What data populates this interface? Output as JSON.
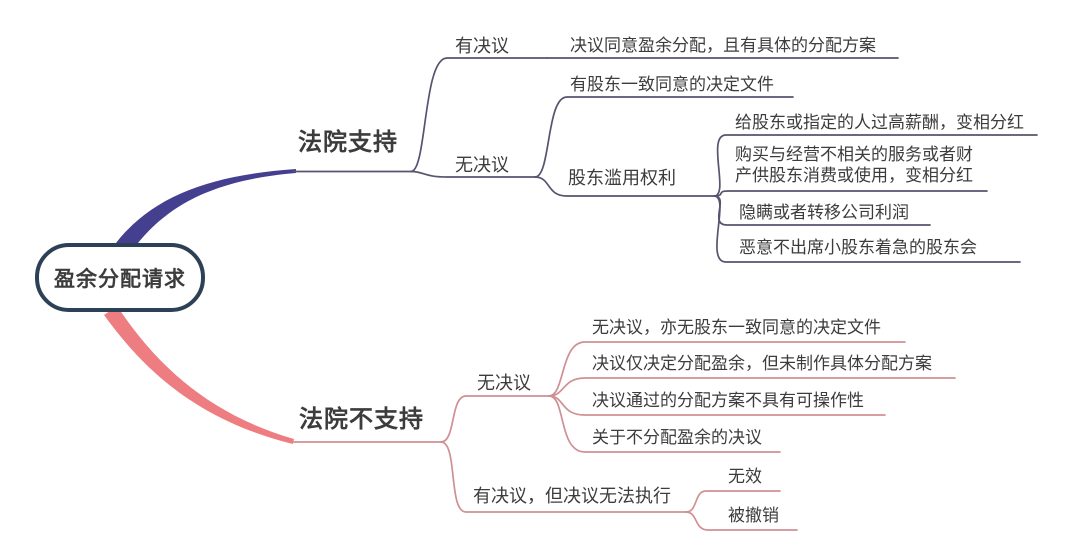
{
  "colors": {
    "background": "#ffffff",
    "root_border": "#2d4156",
    "branch_support": "#453f8f",
    "branch_support_line": "#56546e",
    "branch_oppose": "#ed7d80",
    "branch_oppose_line": "#cf9093",
    "text": "#3c3c3c"
  },
  "mindmap": {
    "root": {
      "label": "盈余分配请求"
    },
    "branches": [
      {
        "label": "法院支持",
        "children": [
          {
            "label": "有决议",
            "children": [
              {
                "label": "决议同意盈余分配，且有具体的分配方案"
              }
            ]
          },
          {
            "label": "无决议",
            "children": [
              {
                "label": "有股东一致同意的决定文件"
              },
              {
                "label": "股东滥用权利",
                "children": [
                  {
                    "label": "给股东或指定的人过高薪酬，变相分红"
                  },
                  {
                    "label": "购买与经营不相关的服务或者财产供股东消费或使用，变相分红"
                  },
                  {
                    "label": "隐瞒或者转移公司利润"
                  },
                  {
                    "label": "恶意不出席小股东着急的股东会"
                  }
                ]
              }
            ]
          }
        ]
      },
      {
        "label": "法院不支持",
        "children": [
          {
            "label": "无决议",
            "children": [
              {
                "label": "无决议，亦无股东一致同意的决定文件"
              },
              {
                "label": "决议仅决定分配盈余，但未制作具体分配方案"
              },
              {
                "label": "决议通过的分配方案不具有可操作性"
              },
              {
                "label": "关于不分配盈余的决议"
              }
            ]
          },
          {
            "label": "有决议，但决议无法执行",
            "children": [
              {
                "label": "无效"
              },
              {
                "label": "被撤销"
              }
            ]
          }
        ]
      }
    ]
  }
}
